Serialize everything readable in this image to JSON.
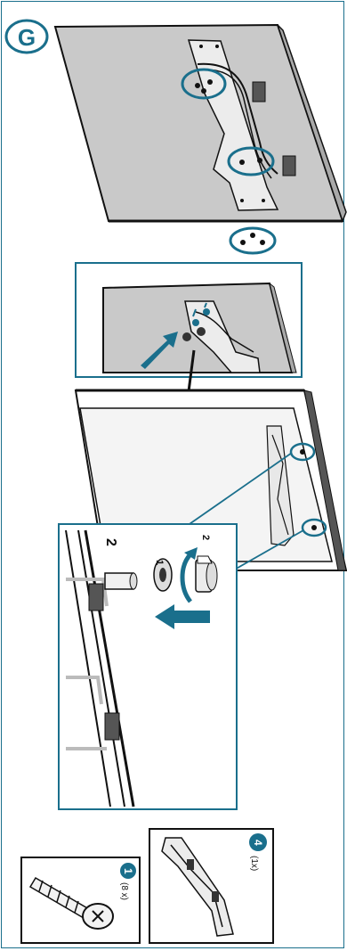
{
  "step": {
    "letter": "G"
  },
  "detail_panel": {
    "number": "2",
    "substep_1": "1",
    "substep_2": "2"
  },
  "parts": [
    {
      "badge": "1",
      "quantity": "(8 x)",
      "name": "screw"
    },
    {
      "badge": "4",
      "quantity": "(1x)",
      "name": "mounting-bracket"
    }
  ],
  "colors": {
    "accent": "#1a6f8c",
    "panel_gray": "#c9c9c9",
    "outline": "#111111",
    "bracket": "#e8e8e8"
  }
}
